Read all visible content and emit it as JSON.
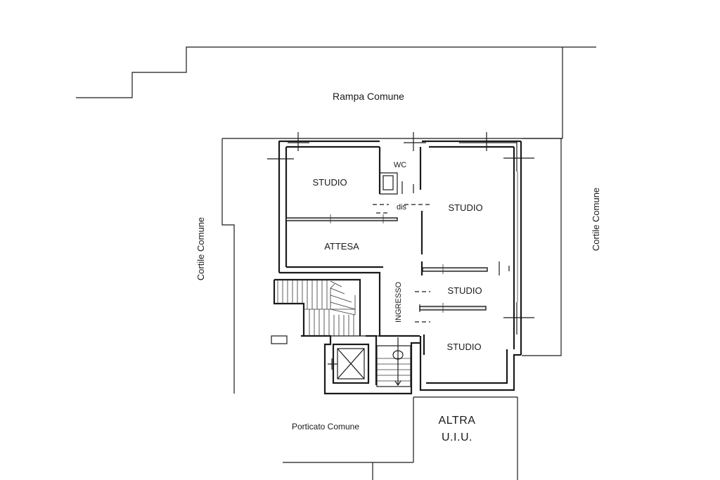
{
  "labels": {
    "rampa": "Rampa Comune",
    "cortile_left": "Cortile Comune",
    "cortile_right": "Cortile Comune",
    "studio_1": "STUDIO",
    "wc": "WC",
    "dis": "dis",
    "studio_2": "STUDIO",
    "attesa": "ATTESA",
    "ingresso": "INGRESSO",
    "studio_3": "STUDIO",
    "studio_4": "STUDIO",
    "porticato": "Porticato  Comune",
    "altra_line1": "ALTRA",
    "altra_line2": "U.I.U."
  }
}
